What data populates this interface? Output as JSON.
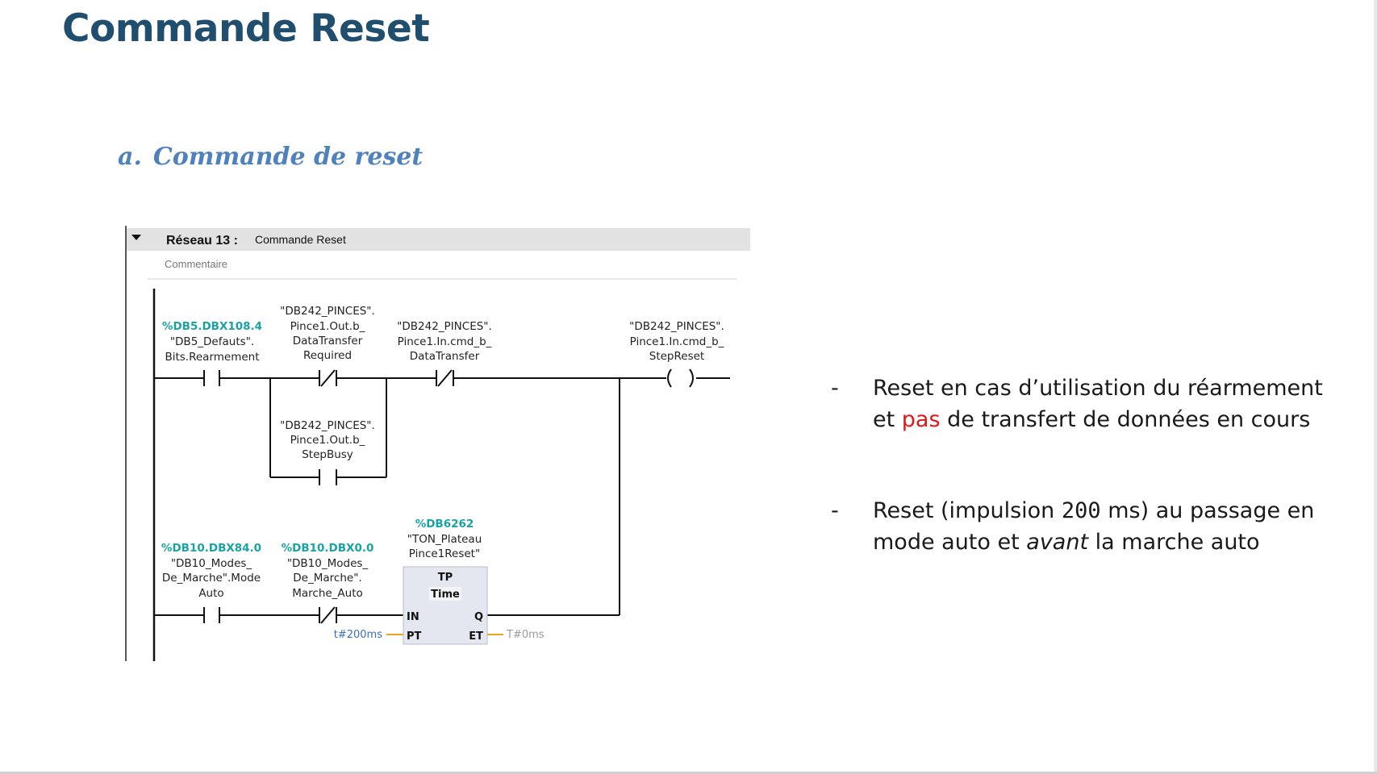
{
  "slide": {
    "title": "Commande Reset",
    "section_number": "a.",
    "section_title": "Commande de reset"
  },
  "network": {
    "header_label": "Réseau 13 :",
    "header_title": "Commande Reset",
    "comment_placeholder": "Commentaire",
    "contacts": [
      {
        "id": "c1",
        "type": "NO",
        "address": "%DB5.DBX108.4",
        "symbol": [
          "\"DB5_Defauts\".",
          "Bits.Rearmement"
        ]
      },
      {
        "id": "c2",
        "type": "NC",
        "address": "",
        "symbol": [
          "\"DB242_PINCES\".",
          "Pince1.Out.b_",
          "DataTransfer",
          "Required"
        ]
      },
      {
        "id": "c3",
        "type": "NO",
        "address": "",
        "symbol": [
          "\"DB242_PINCES\".",
          "Pince1.Out.b_",
          "StepBusy"
        ]
      },
      {
        "id": "c4",
        "type": "NC",
        "address": "",
        "symbol": [
          "\"DB242_PINCES\".",
          "Pince1.In.cmd_b_",
          "DataTransfer"
        ]
      },
      {
        "id": "c5",
        "type": "NO",
        "address": "%DB10.DBX84.0",
        "symbol": [
          "\"DB10_Modes_",
          "De_Marche\".Mode",
          "Auto"
        ]
      },
      {
        "id": "c6",
        "type": "NC",
        "address": "%DB10.DBX0.0",
        "symbol": [
          "\"DB10_Modes_",
          "De_Marche\".",
          "Marche_Auto"
        ]
      }
    ],
    "coil": {
      "symbol": [
        "\"DB242_PINCES\".",
        "Pince1.In.cmd_b_",
        "StepReset"
      ]
    },
    "timer": {
      "instance_address": "%DB6262",
      "instance_name": [
        "\"TON_Plateau",
        "Pince1Reset\""
      ],
      "type": "TP",
      "subtype": "Time",
      "pin_in": "IN",
      "pin_pt": "PT",
      "pin_q": "Q",
      "pin_et": "ET",
      "pt_value": "t#200ms",
      "et_value": "T#0ms"
    }
  },
  "bullets": {
    "b1": {
      "dash": "-",
      "t1": "Reset en cas d’utilisation du réarmement et ",
      "red": "pas",
      "t2": " de transfert de données en cours"
    },
    "b2": {
      "dash": "-",
      "t1": "Reset (impulsion ",
      "mono": "200",
      "t2": " ms) au passage en mode auto et ",
      "italic": "avant",
      "t3": " la marche auto"
    }
  },
  "colors": {
    "title": "#1f4e6e",
    "heading": "#4f81bd",
    "address": "#1aa3a3",
    "emphasis": "#e01818",
    "parameter_wire": "#f0a020",
    "parameter_text": "#3a6fbf"
  }
}
